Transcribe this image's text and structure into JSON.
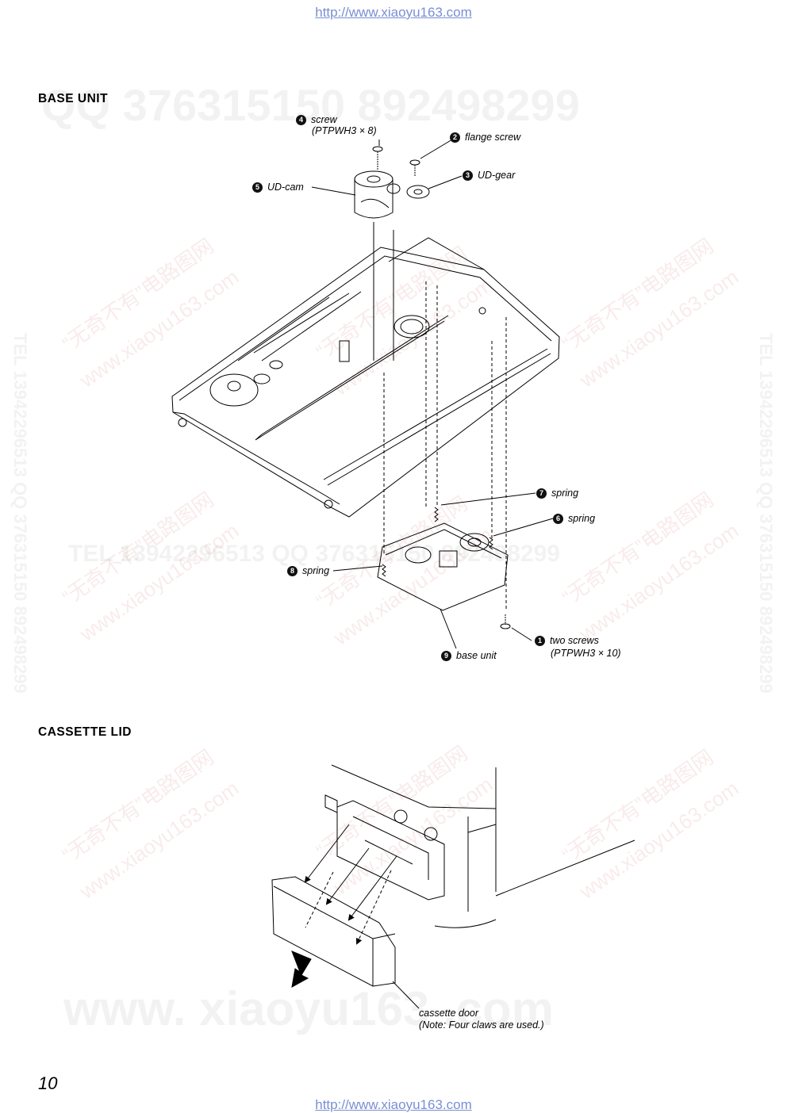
{
  "header": {
    "url": "http://www.xiaoyu163.com"
  },
  "footer": {
    "url": "http://www.xiaoyu163.com",
    "page_number": "10"
  },
  "watermarks": {
    "qq_line": "QQ 376315150   892498299",
    "tel_line": "TEL 13942296513   QQ 376315150  892498299",
    "www_line": "www. xiaoyu163 .com",
    "side_text": "TEL 13942296513  QQ 376315150  892498299",
    "cn_text": "“无奇不有”电路图网",
    "cn_url": "www.xiaoyu163.com"
  },
  "section_base": {
    "title": "BASE  UNIT",
    "labels": {
      "l1_num": "1",
      "l1_text": "two screws",
      "l1_sub": "(PTPWH3 × 10)",
      "l2_num": "2",
      "l2_text": "flange screw",
      "l3_num": "3",
      "l3_text": "UD-gear",
      "l4_num": "4",
      "l4_text": "screw",
      "l4_sub": "(PTPWH3 × 8)",
      "l5_num": "5",
      "l5_text": "UD-cam",
      "l6_num": "6",
      "l6_text": "spring",
      "l7_num": "7",
      "l7_text": "spring",
      "l8_num": "8",
      "l8_text": "spring",
      "l9_num": "9",
      "l9_text": "base unit"
    }
  },
  "section_lid": {
    "title": "CASSETTE  LID",
    "callout_line1": "cassette door",
    "callout_line2": "(Note: Four claws are used.)"
  }
}
